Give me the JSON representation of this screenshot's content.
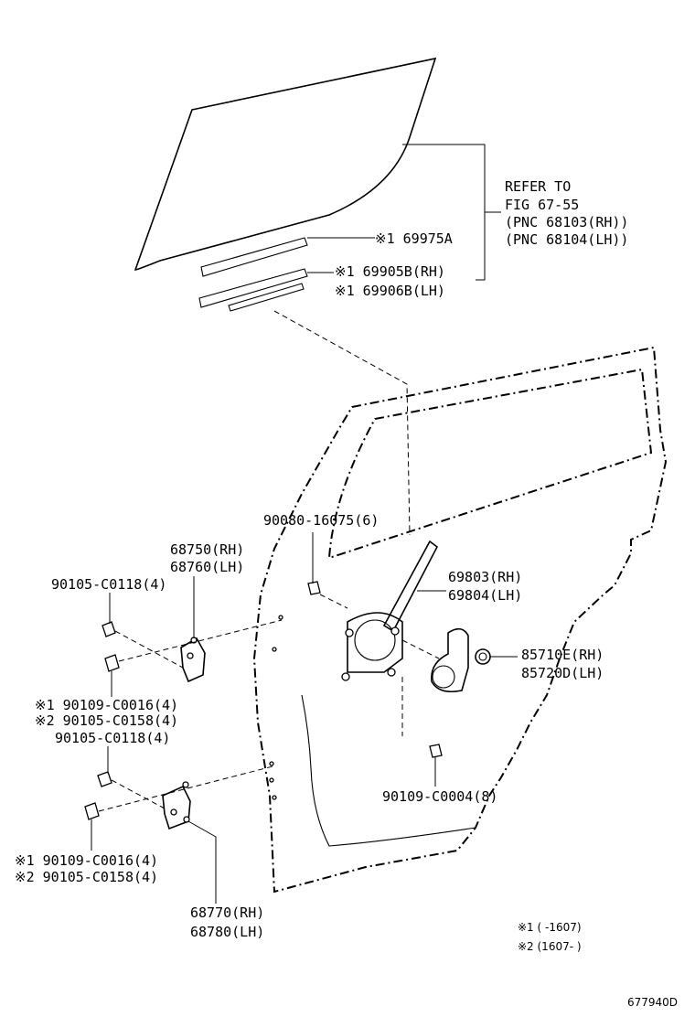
{
  "labels": {
    "refer_to": "REFER TO",
    "fig_ref": "FIG 67-55",
    "pnc_rh": "(PNC 68103(RH))",
    "pnc_lh": "(PNC 68104(LH))",
    "p69975a": "※1 69975A",
    "p69905b": "※1 69905B(RH)",
    "p69906b": "※1 69906B(LH)",
    "p90080": "90080-16075(6)",
    "p68750": "68750(RH)",
    "p68760": "68760(LH)",
    "p90105_a": "90105-C0118(4)",
    "p69803": "69803(RH)",
    "p69804": "69804(LH)",
    "p85710e": "85710E(RH)",
    "p85720d": "85720D(LH)",
    "p90109_c0016_a": "※1 90109-C0016(4)",
    "p90105_c0158_a": "※2 90105-C0158(4)",
    "p90105_b": "90105-C0118(4)",
    "p90109_c0004": "90109-C0004(8)",
    "p90109_c0016_b": "※1 90109-C0016(4)",
    "p90105_c0158_b": "※2 90105-C0158(4)",
    "p68770": "68770(RH)",
    "p68780": "68780(LH)"
  },
  "legend": {
    "note1": "※1 (       -1607)",
    "note2": "※2 (1607-       )"
  },
  "figure_id": "677940D"
}
